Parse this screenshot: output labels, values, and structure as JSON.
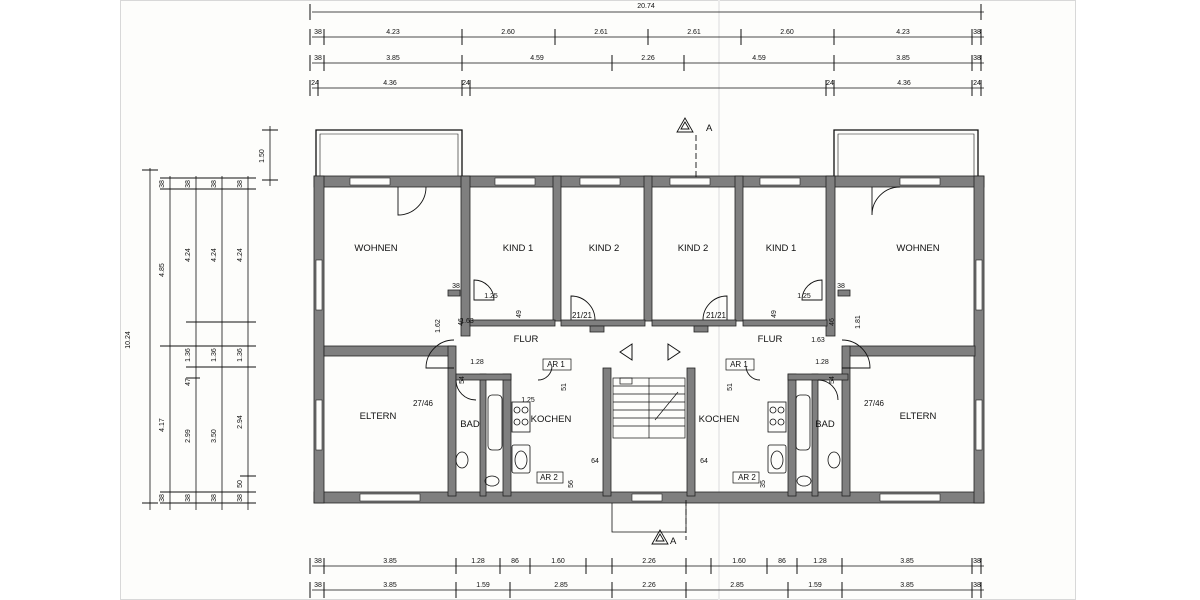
{
  "plan": {
    "colors": {
      "wall": "#7f7f7f",
      "line": "#1a1a1a",
      "paper": "#fdfdfb"
    },
    "section_marker": "A",
    "rooms": {
      "wohnen_left": "WOHNEN",
      "kind1_left": "KIND 1",
      "kind2_left": "KIND 2",
      "kind2_right": "KIND 2",
      "kind1_right": "KIND 1",
      "wohnen_right": "WOHNEN",
      "flur_left": "FLUR",
      "flur_right": "FLUR",
      "eltern_left": "ELTERN",
      "eltern_right": "ELTERN",
      "bad_left": "BAD",
      "bad_right": "BAD",
      "kochen_left": "KOCHEN",
      "kochen_right": "KOCHEN",
      "ar1_left": "AR 1",
      "ar1_right": "AR 1",
      "ar2_left": "AR 2",
      "ar2_right": "AR 2"
    },
    "door_labels": {
      "d21_left": "21/21",
      "d21_right": "21/21",
      "d27_left": "27/46",
      "d27_right": "27/46"
    },
    "inner_dims": {
      "i138_l": "38",
      "i125_l": "1.25",
      "i49_l": "49",
      "i163_l": "1.63",
      "i162_l": "1.62",
      "i46_l": "46",
      "i128_l": "1.28",
      "i54_l": "54",
      "i51_l": "51",
      "i125b_l": "1.25",
      "i64_l": "64",
      "i56_l": "56",
      "i138_r": "38",
      "i125_r": "1.25",
      "i49_r": "49",
      "i163_r": "1.63",
      "i181_r": "1.81",
      "i46_r": "46",
      "i128_r": "1.28",
      "i54_r": "54",
      "i51_r": "51",
      "i64_r": "64",
      "i35_r": "35"
    },
    "top_dims": {
      "overall": "20.74",
      "row1": [
        "38",
        "4.23",
        "2.60",
        "2.61",
        "2.61",
        "2.60",
        "4.23",
        "38"
      ],
      "row2": [
        "38",
        "3.85",
        "4.59",
        "2.26",
        "4.59",
        "3.85",
        "38"
      ],
      "row3": [
        "24",
        "4.36",
        "24",
        "24",
        "4.36",
        "24"
      ]
    },
    "left_dims": {
      "overall": "10.24",
      "col1": [
        "38",
        "4.85",
        "4.17",
        "38"
      ],
      "col2": [
        "38",
        "4.24",
        "1.36",
        "47",
        "2.99",
        "38"
      ],
      "col3": [
        "38",
        "4.24",
        "1.36",
        "3.50",
        "38"
      ],
      "col4": [
        "38",
        "4.24",
        "1.36",
        "2.94",
        "50",
        "38"
      ],
      "balcony": "1.50"
    },
    "bottom_dims": {
      "row1": [
        "38",
        "3.85",
        "1.28",
        "86",
        "1.60",
        "2.26",
        "1.60",
        "86",
        "1.28",
        "3.85",
        "38"
      ],
      "row2": [
        "38",
        "3.85",
        "1.59",
        "2.85",
        "2.26",
        "2.85",
        "1.59",
        "3.85",
        "38"
      ]
    }
  }
}
